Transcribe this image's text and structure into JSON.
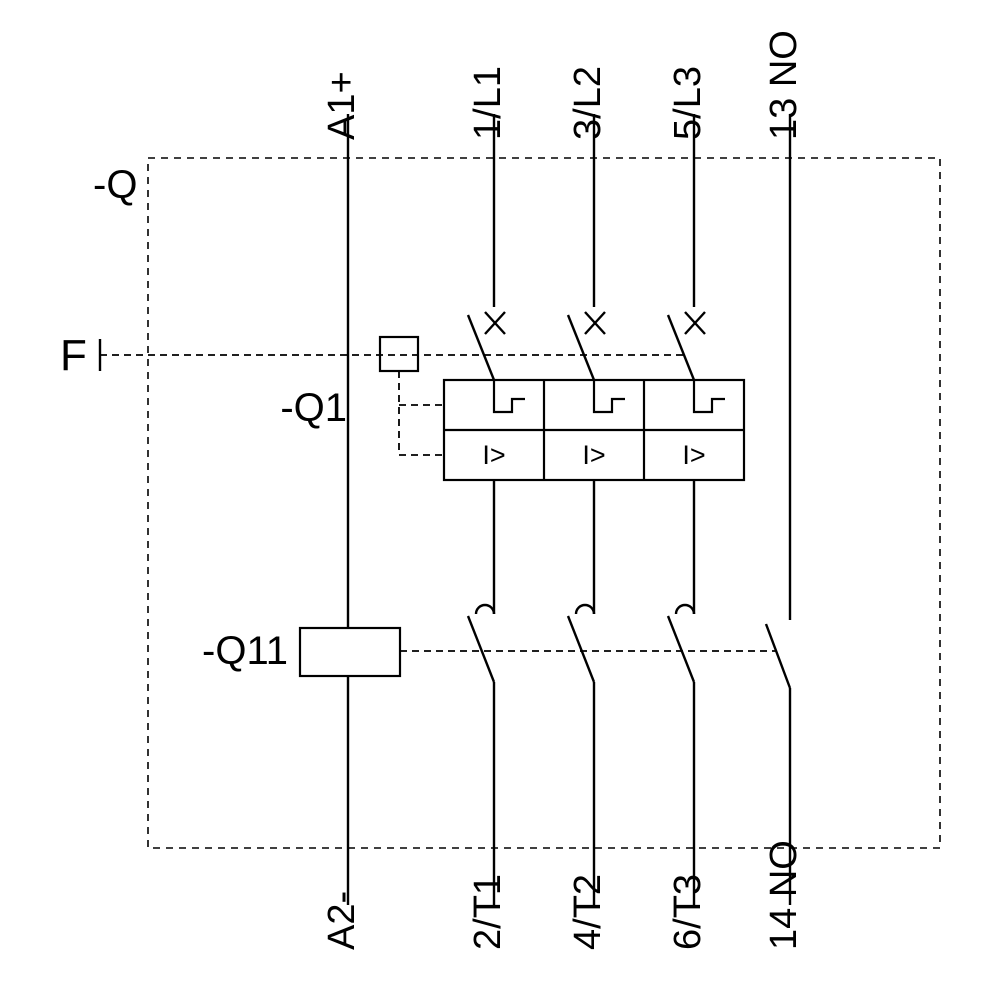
{
  "schematic": {
    "enclosure_label": "-Q",
    "release_label": "F",
    "breaker_label": "-Q1",
    "contactor_label": "-Q11",
    "overcurrent_symbol": "I>",
    "line_color": "#000000",
    "background_color": "#ffffff",
    "terminals": {
      "top": [
        "A1+",
        "1/L1",
        "3/L2",
        "5/L3",
        "13 NO"
      ],
      "bottom": [
        "A2-",
        "2/T1",
        "4/T2",
        "6/T3",
        "14 NO"
      ]
    }
  }
}
